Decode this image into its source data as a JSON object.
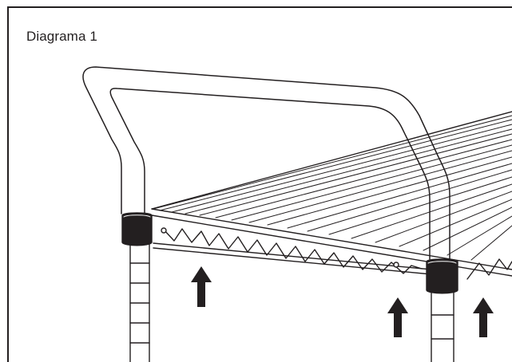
{
  "diagram": {
    "title": "Diagrama 1",
    "colors": {
      "line": "#231f20",
      "fill": "#ffffff",
      "collar": "#231f20"
    },
    "icons": [
      "handle-frame",
      "wire-shelf",
      "shelf-collar",
      "post",
      "up-arrow"
    ]
  }
}
